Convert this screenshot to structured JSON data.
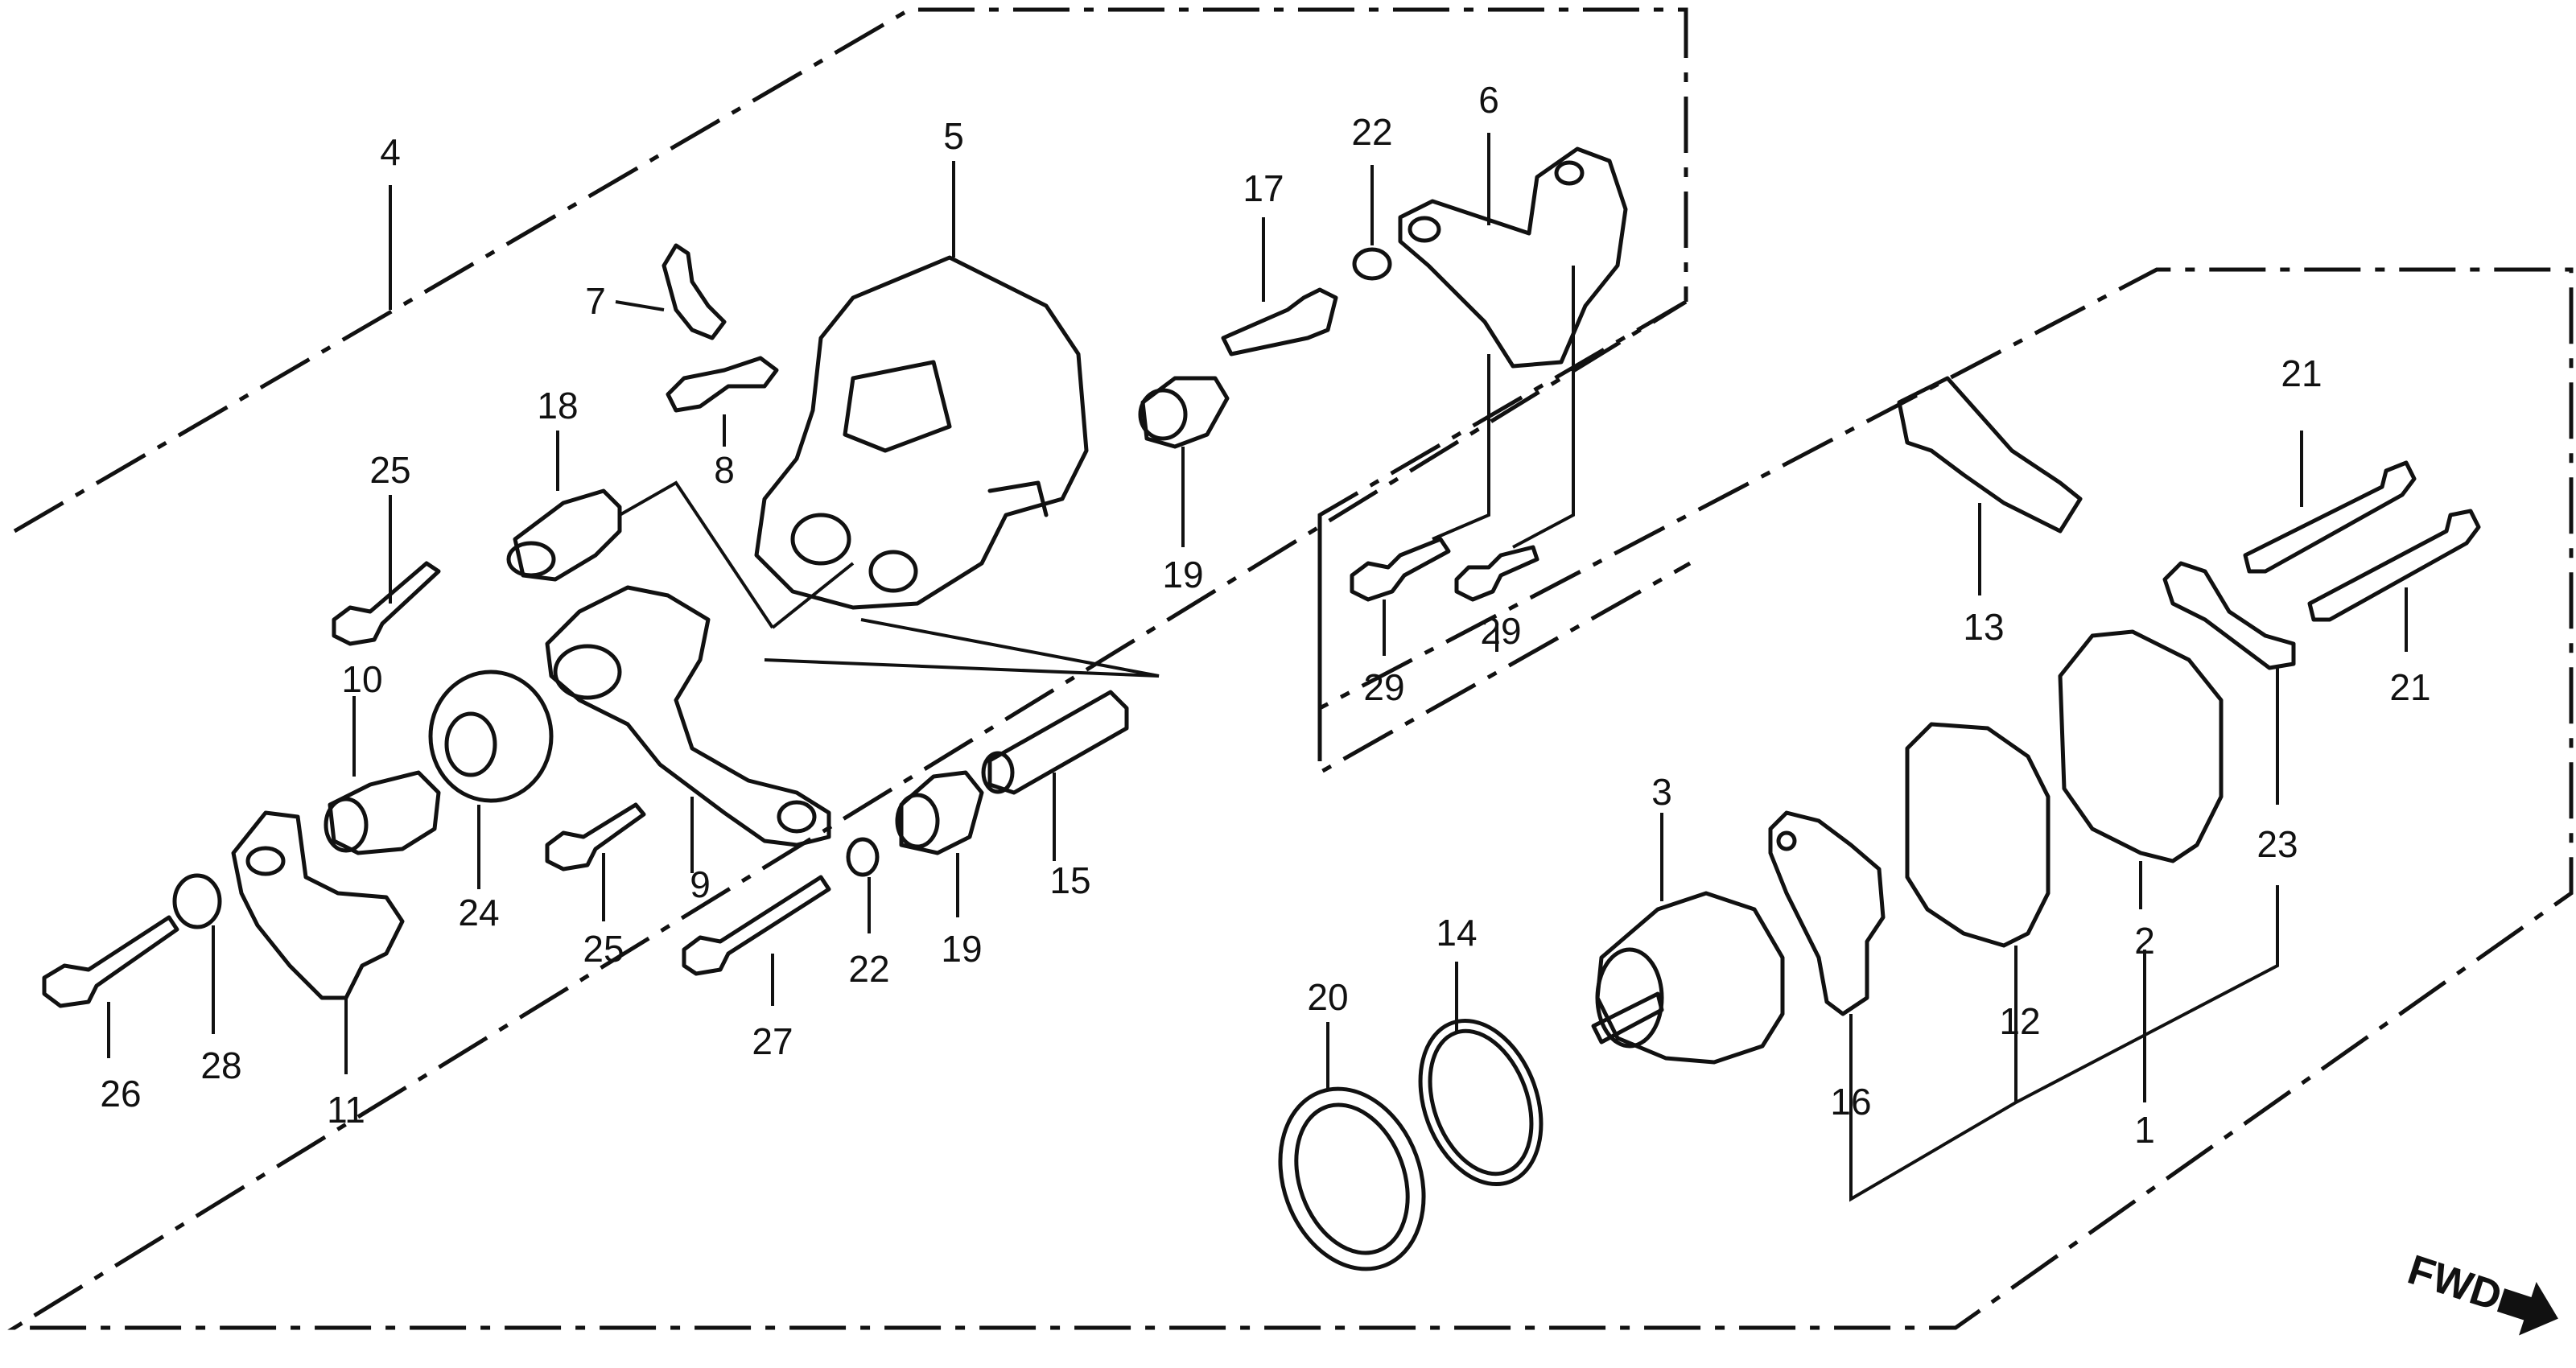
{
  "parts": [
    {
      "id": "1",
      "label": "1"
    },
    {
      "id": "2",
      "label": "2"
    },
    {
      "id": "3",
      "label": "3"
    },
    {
      "id": "4",
      "label": "4"
    },
    {
      "id": "5",
      "label": "5"
    },
    {
      "id": "6",
      "label": "6"
    },
    {
      "id": "7",
      "label": "7"
    },
    {
      "id": "8",
      "label": "8"
    },
    {
      "id": "9",
      "label": "9"
    },
    {
      "id": "10",
      "label": "10"
    },
    {
      "id": "11",
      "label": "11"
    },
    {
      "id": "12",
      "label": "12"
    },
    {
      "id": "13",
      "label": "13"
    },
    {
      "id": "14",
      "label": "14"
    },
    {
      "id": "15",
      "label": "15"
    },
    {
      "id": "16",
      "label": "16"
    },
    {
      "id": "17",
      "label": "17"
    },
    {
      "id": "18",
      "label": "18"
    },
    {
      "id": "19",
      "label": "19"
    },
    {
      "id": "20",
      "label": "20"
    },
    {
      "id": "21",
      "label": "21"
    },
    {
      "id": "22",
      "label": "22"
    },
    {
      "id": "23",
      "label": "23"
    },
    {
      "id": "24",
      "label": "24"
    },
    {
      "id": "25",
      "label": "25"
    },
    {
      "id": "26",
      "label": "26"
    },
    {
      "id": "27",
      "label": "27"
    },
    {
      "id": "28",
      "label": "28"
    },
    {
      "id": "29",
      "label": "29"
    }
  ],
  "direction_label": "FWD"
}
